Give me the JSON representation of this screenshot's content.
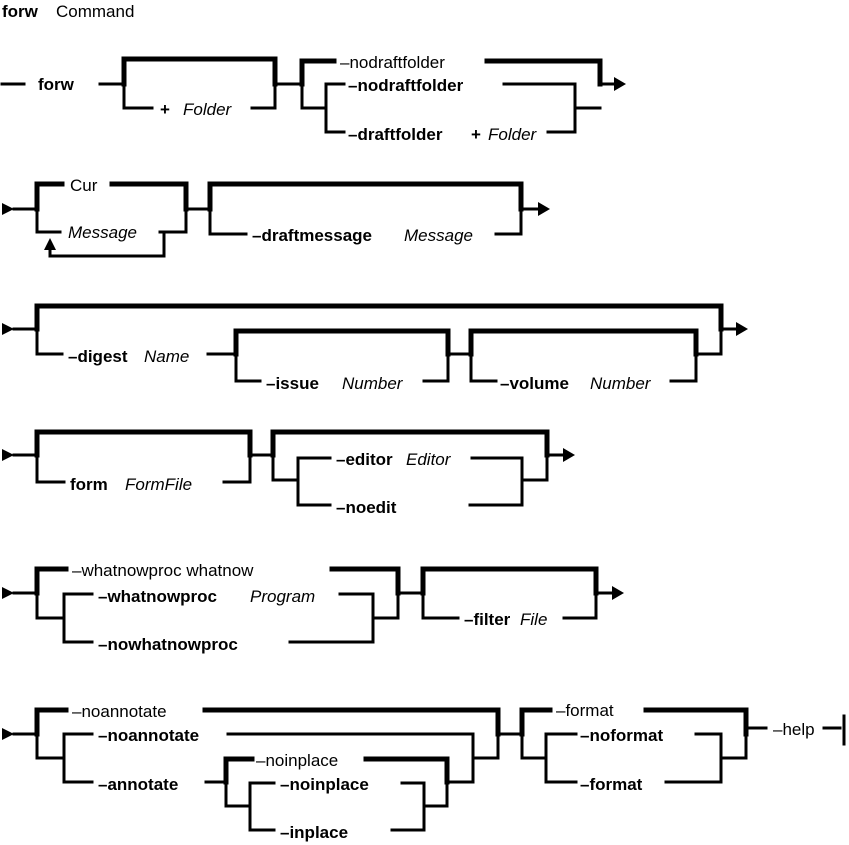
{
  "title": {
    "command": "forw",
    "suffix": "Command"
  },
  "rows": [
    {
      "command": "forw",
      "folder_opt": {
        "plus": "+",
        "arg": "Folder"
      },
      "draft_default": "–nodraftfolder",
      "draft_opts": [
        {
          "flag": "–nodraftfolder",
          "arg": ""
        },
        {
          "flag": "–draftfolder",
          "plus": "+",
          "arg": "Folder"
        }
      ]
    },
    {
      "msg_default": "Cur",
      "msg_repeat": "Message",
      "draftmessage": {
        "flag": "–draftmessage",
        "arg": "Message"
      }
    },
    {
      "digest": {
        "flag": "–digest",
        "arg": "Name"
      },
      "issue": {
        "flag": "–issue",
        "arg": "Number"
      },
      "volume": {
        "flag": "–volume",
        "arg": "Number"
      }
    },
    {
      "form": {
        "flag": "form",
        "arg": "FormFile"
      },
      "editor": {
        "flag": "–editor",
        "arg": "Editor"
      },
      "noedit": "–noedit"
    },
    {
      "whatnow_default": "–whatnowproc whatnow",
      "whatnowproc": {
        "flag": "–whatnowproc",
        "arg": "Program"
      },
      "nowhatnowproc": "–nowhatnowproc",
      "filter": {
        "flag": "–filter",
        "arg": "File"
      }
    },
    {
      "annotate_default": "–noannotate",
      "noannotate": "–noannotate",
      "annotate": "–annotate",
      "inplace_default": "–noinplace",
      "noinplace": "–noinplace",
      "inplace": "–inplace",
      "format_default": "–format",
      "noformat": "–noformat",
      "format": "–format",
      "help": "–help"
    }
  ]
}
